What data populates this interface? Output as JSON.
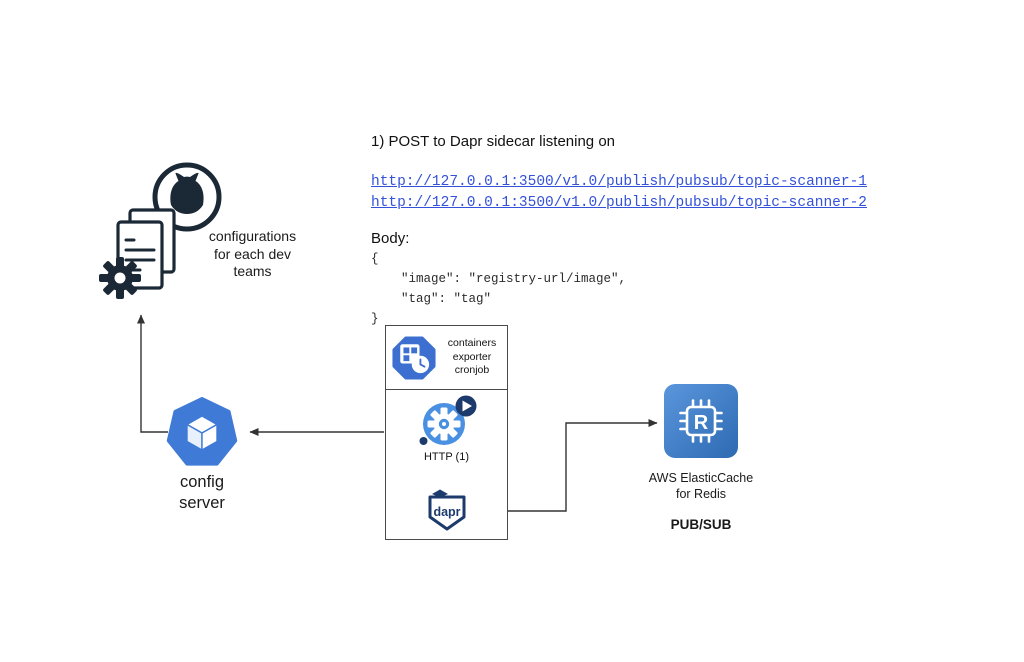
{
  "annotation": {
    "step1": "1) POST to Dapr sidecar listening on",
    "links": [
      "http://127.0.0.1:3500/v1.0/publish/pubsub/topic-scanner-1",
      "http://127.0.0.1:3500/v1.0/publish/pubsub/topic-scanner-2"
    ],
    "body_label": "Body:",
    "body_code": "{\n    \"image\": \"registry-url/image\",\n    \"tag\": \"tag\"\n}"
  },
  "nodes": {
    "github_configs": {
      "label": "configurations\nfor each dev\nteams"
    },
    "cronjob": {
      "label": "containers\nexporter\ncronjob"
    },
    "http_step": "HTTP (1)",
    "dapr": "dapr",
    "config_server": {
      "label": "config\nserver"
    },
    "elasticache": {
      "icon_letter": "R",
      "label": "AWS ElasticCache\nfor Redis",
      "sub_label": "PUB/SUB"
    }
  },
  "colors": {
    "link_blue": "#3452d9",
    "icon_blue": "#3f7ad6",
    "octagon_blue": "#3d6fd1",
    "gear_blob_blue": "#4a90e2",
    "dapr_navy": "#1d3a6d",
    "dark_ink": "#1b2836",
    "arrow": "#333333",
    "elasticache_gradient_start": "#5b96dd",
    "elasticache_gradient_end": "#2d6ab1"
  }
}
